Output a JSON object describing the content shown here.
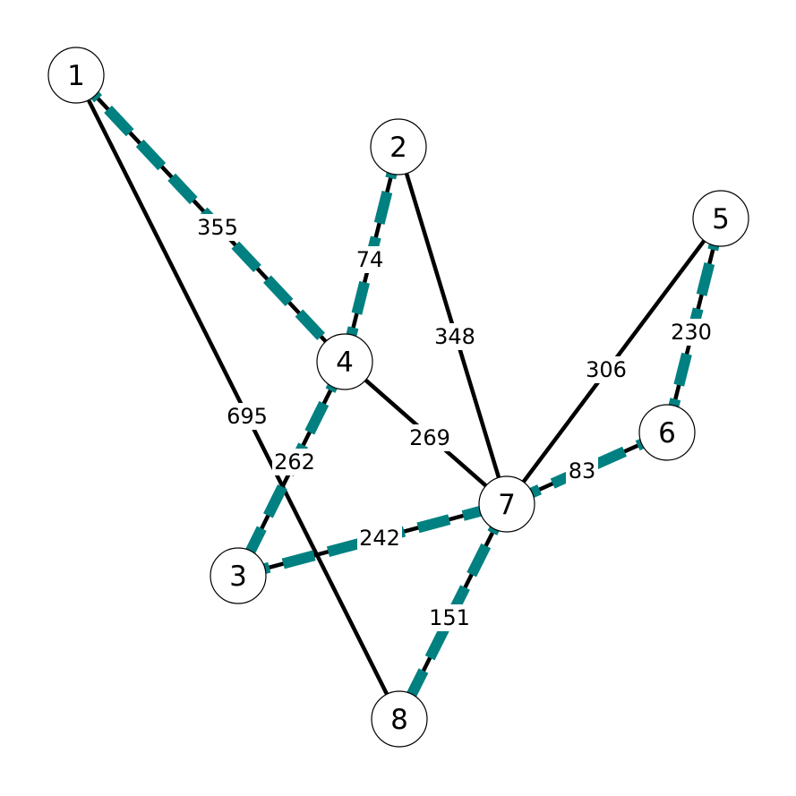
{
  "colors": {
    "highlight": "#008080",
    "edge": "#000000",
    "node_fill": "#ffffff",
    "node_stroke": "#000000"
  },
  "nodes": [
    {
      "id": "1",
      "label": "1"
    },
    {
      "id": "2",
      "label": "2"
    },
    {
      "id": "3",
      "label": "3"
    },
    {
      "id": "4",
      "label": "4"
    },
    {
      "id": "5",
      "label": "5"
    },
    {
      "id": "6",
      "label": "6"
    },
    {
      "id": "7",
      "label": "7"
    },
    {
      "id": "8",
      "label": "8"
    }
  ],
  "edges": [
    {
      "from": "1",
      "to": "4",
      "weight": "355",
      "highlighted": true
    },
    {
      "from": "1",
      "to": "8",
      "weight": "695",
      "highlighted": false
    },
    {
      "from": "2",
      "to": "4",
      "weight": "74",
      "highlighted": true
    },
    {
      "from": "2",
      "to": "7",
      "weight": "348",
      "highlighted": false
    },
    {
      "from": "4",
      "to": "3",
      "weight": "262",
      "highlighted": true
    },
    {
      "from": "4",
      "to": "7",
      "weight": "269",
      "highlighted": false
    },
    {
      "from": "5",
      "to": "7",
      "weight": "306",
      "highlighted": false
    },
    {
      "from": "5",
      "to": "6",
      "weight": "230",
      "highlighted": true
    },
    {
      "from": "6",
      "to": "7",
      "weight": "83",
      "highlighted": true
    },
    {
      "from": "3",
      "to": "7",
      "weight": "242",
      "highlighted": true
    },
    {
      "from": "7",
      "to": "8",
      "weight": "151",
      "highlighted": true
    }
  ]
}
